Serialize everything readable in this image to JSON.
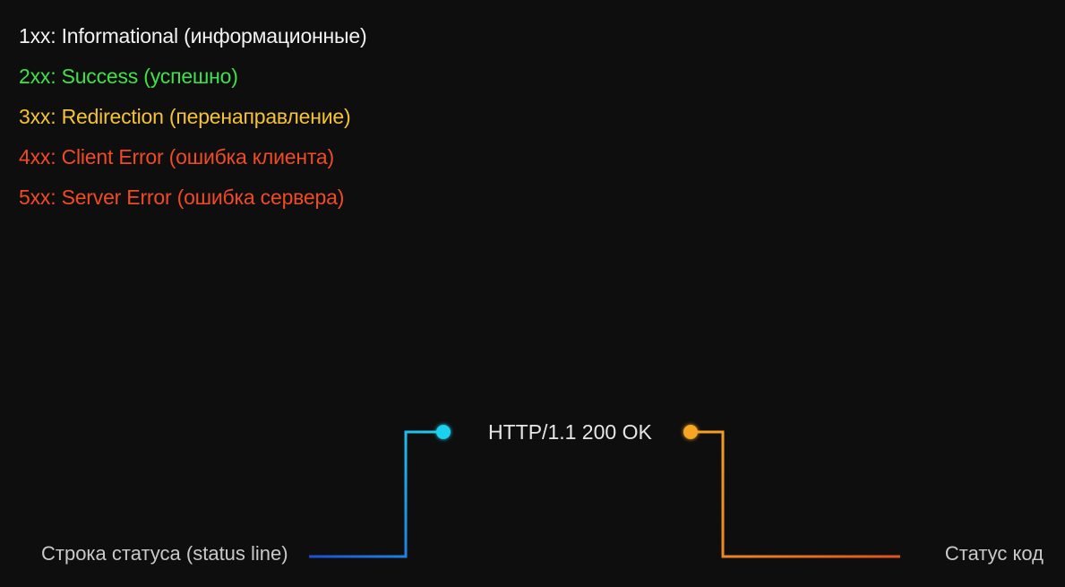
{
  "status_classes": [
    {
      "text": "1xx: Informational (информационные)",
      "color": "#f2f2f2"
    },
    {
      "text": "2xx: Success (успешно)",
      "color": "#3fe04a"
    },
    {
      "text": "3xx: Redirection (перенаправление)",
      "color": "#f5c233"
    },
    {
      "text": "4xx: Client Error (ошибка клиента)",
      "color": "#f04a24"
    },
    {
      "text": "5xx: Server Error (ошибка сервера)",
      "color": "#f04a24"
    }
  ],
  "status_line": "HTTP/1.1 200 OK",
  "left_caption": "Строка статуса (status line)",
  "right_caption": "Статус код",
  "colors": {
    "background": "#0e0e0e",
    "left_connector_start": "#1d4fd6",
    "left_connector_end": "#1fd1ee",
    "right_connector_start": "#f5a623",
    "right_connector_end": "#e0531a"
  }
}
